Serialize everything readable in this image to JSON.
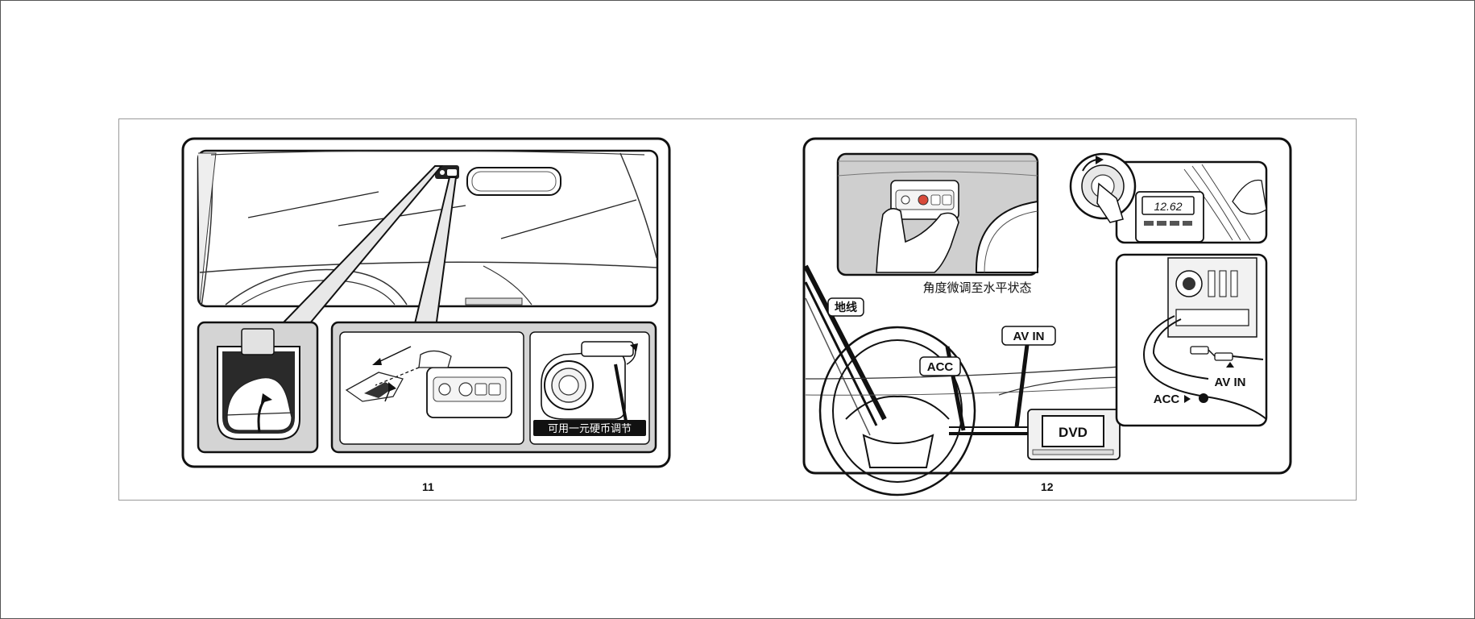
{
  "pages": [
    {
      "number": "11",
      "coin_label": "可用一元硬币调节"
    },
    {
      "number": "12",
      "adjust_caption": "角度微调至水平状态",
      "labels": {
        "ground": "地线",
        "av_in_top": "AV IN",
        "acc_top": "ACC",
        "dvd": "DVD",
        "av_in_inset": "AV IN",
        "acc_inset": "ACC"
      },
      "meter_reading": "12.62"
    }
  ]
}
